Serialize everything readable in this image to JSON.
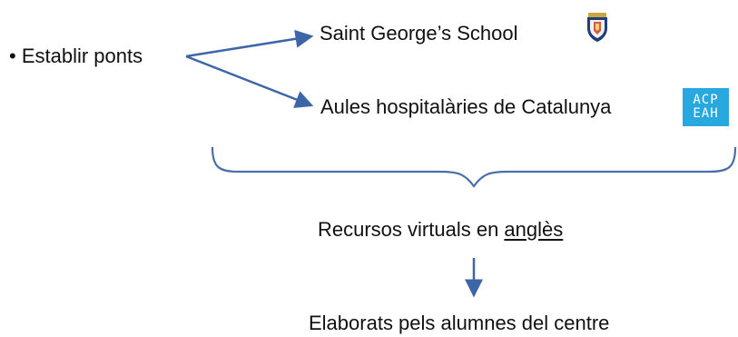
{
  "bullet_item": {
    "bullet": "•",
    "text": "Establir ponts"
  },
  "targets": [
    {
      "label": "Saint George’s School",
      "logo": "shield-logo"
    },
    {
      "label": "Aules hospitalàries de Catalunya",
      "logo": "acp-eah-logo",
      "logo_lines": [
        "ACP",
        "EAH"
      ]
    }
  ],
  "summary": {
    "prefix": "Recursos virtuals en ",
    "emphasis": "anglès"
  },
  "result": "Elaborats pels alumnes del centre",
  "colors": {
    "arrow": "#3d66a8",
    "logo_blue": "#27a8df",
    "text": "#111111"
  }
}
